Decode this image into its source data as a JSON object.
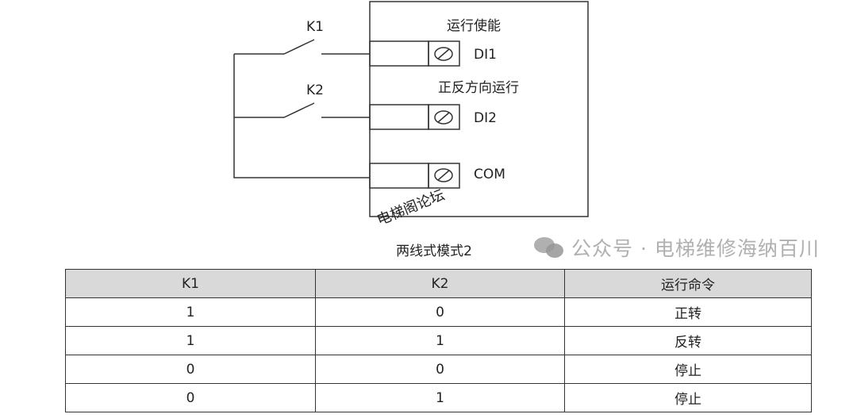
{
  "diagram": {
    "switch_k1": "K1",
    "switch_k2": "K2",
    "label_run_enable": "运行使能",
    "terminal_di1": "DI1",
    "label_direction": "正反方向运行",
    "terminal_di2": "DI2",
    "terminal_com": "COM",
    "watermark": "电梯阁论坛",
    "caption": "两线式模式2"
  },
  "table": {
    "headers": [
      "K1",
      "K2",
      "运行命令"
    ],
    "rows": [
      [
        "1",
        "0",
        "正转"
      ],
      [
        "1",
        "1",
        "反转"
      ],
      [
        "0",
        "0",
        "停止"
      ],
      [
        "0",
        "1",
        "停止"
      ]
    ]
  },
  "watermark": {
    "text": "公众号 · 电梯维修海纳百川",
    "icon": "wechat-icon"
  }
}
